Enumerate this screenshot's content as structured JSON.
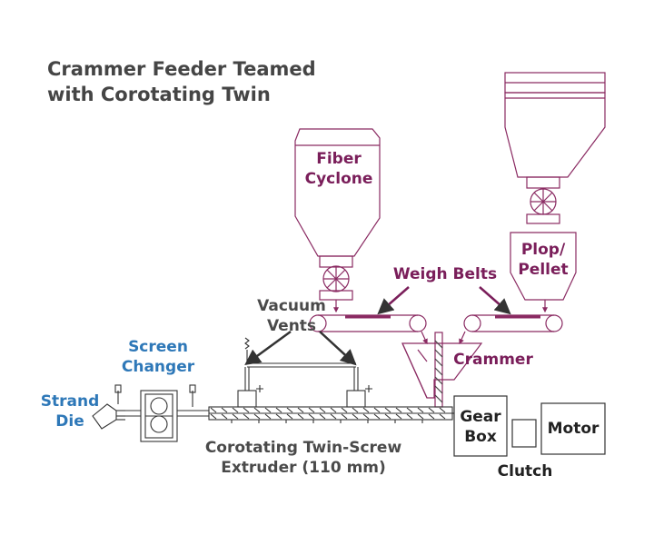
{
  "title": {
    "line1": "Crammer Feeder Teamed",
    "line2": "with Corotating Twin"
  },
  "labels": {
    "fiber_cyclone_1": "Fiber",
    "fiber_cyclone_2": "Cyclone",
    "plop_pellet_1": "Plop/",
    "plop_pellet_2": "Pellet",
    "weigh_belts": "Weigh Belts",
    "vacuum_vents_1": "Vacuum",
    "vacuum_vents_2": "Vents",
    "screen_changer_1": "Screen",
    "screen_changer_2": "Changer",
    "strand_die_1": "Strand",
    "strand_die_2": "Die",
    "crammer": "Crammer",
    "gear_box_1": "Gear",
    "gear_box_2": "Box",
    "motor": "Motor",
    "clutch": "Clutch",
    "extruder_1": "Corotating Twin-Screw",
    "extruder_2": "Extruder (110 mm)"
  },
  "colors": {
    "equipment_line": "#8a2a62",
    "arrow": "#333333",
    "label_purple": "#7a1e5a",
    "label_blue": "#2e78b8",
    "label_gray": "#4a4a4a"
  }
}
